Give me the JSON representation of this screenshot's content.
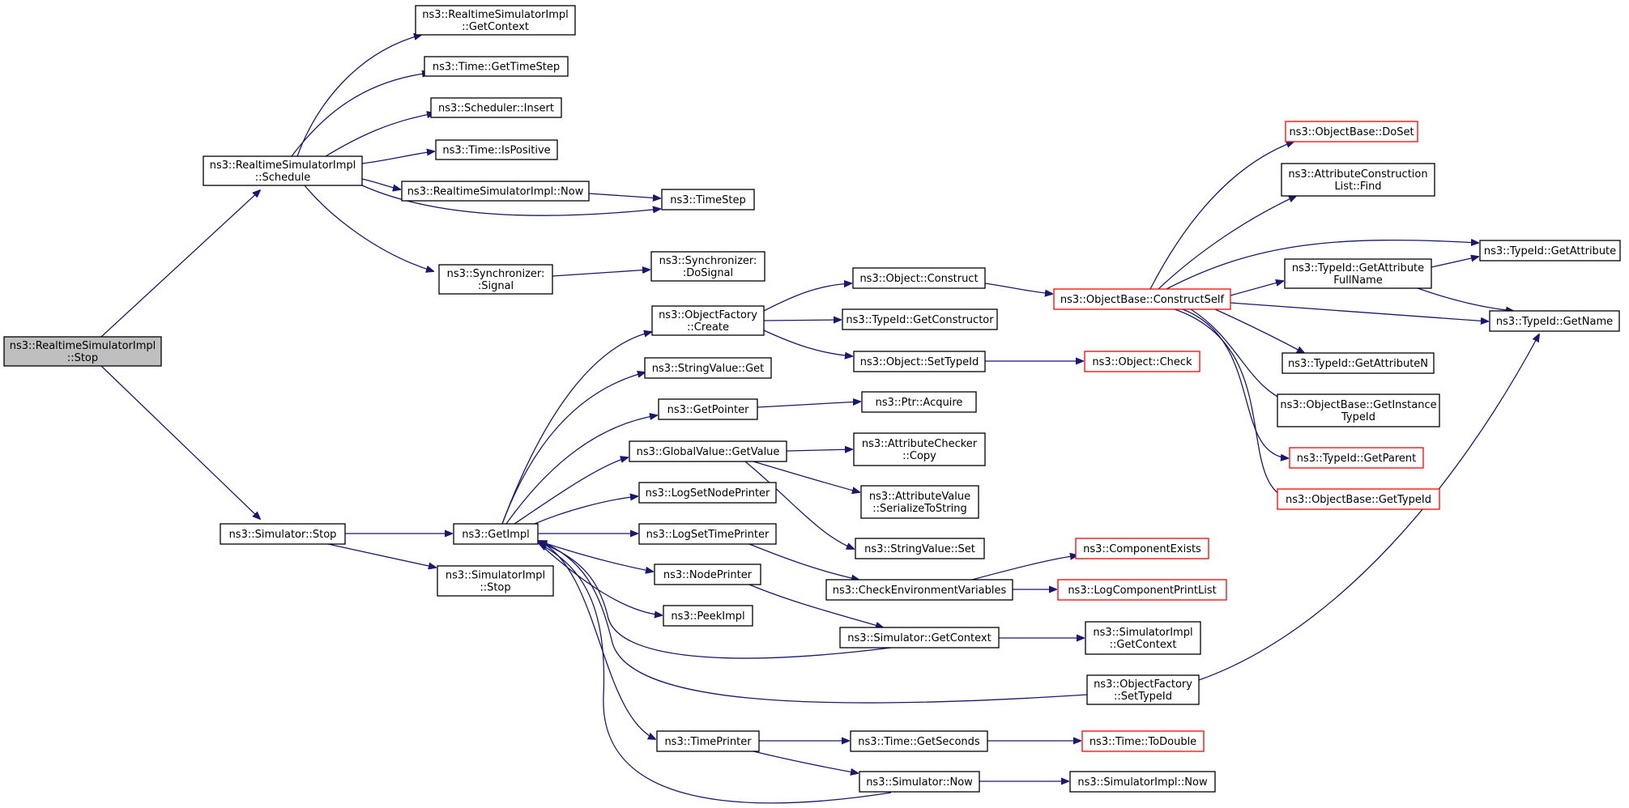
{
  "colors": {
    "edge": "#191970",
    "node_border": "#000000",
    "node_border_incomplete": "#ff0000",
    "root_fill": "#bfbfbf"
  },
  "nodes": [
    {
      "id": "root",
      "lines": [
        "ns3::RealtimeSimulatorImpl",
        "::Stop"
      ]
    },
    {
      "id": "rsi_schedule",
      "lines": [
        "ns3::RealtimeSimulatorImpl",
        "::Schedule"
      ]
    },
    {
      "id": "sim_stop",
      "lines": [
        "ns3::Simulator::Stop"
      ]
    },
    {
      "id": "rsi_getcontext",
      "lines": [
        "ns3::RealtimeSimulatorImpl",
        "::GetContext"
      ]
    },
    {
      "id": "time_gettimestep",
      "lines": [
        "ns3::Time::GetTimeStep"
      ]
    },
    {
      "id": "sched_insert",
      "lines": [
        "ns3::Scheduler::Insert"
      ]
    },
    {
      "id": "time_ispositive",
      "lines": [
        "ns3::Time::IsPositive"
      ]
    },
    {
      "id": "rsi_now",
      "lines": [
        "ns3::RealtimeSimulatorImpl::Now"
      ]
    },
    {
      "id": "timestep",
      "lines": [
        "ns3::TimeStep"
      ]
    },
    {
      "id": "sync_signal",
      "lines": [
        "ns3::Synchronizer:",
        ":Signal"
      ]
    },
    {
      "id": "sync_dosignal",
      "lines": [
        "ns3::Synchronizer:",
        ":DoSignal"
      ]
    },
    {
      "id": "getimpl",
      "lines": [
        "ns3::GetImpl"
      ]
    },
    {
      "id": "simimpl_stop",
      "lines": [
        "ns3::SimulatorImpl",
        "::Stop"
      ]
    },
    {
      "id": "of_create",
      "lines": [
        "ns3::ObjectFactory",
        "::Create"
      ]
    },
    {
      "id": "stringvalue_get",
      "lines": [
        "ns3::StringValue::Get"
      ]
    },
    {
      "id": "getpointer",
      "lines": [
        "ns3::GetPointer"
      ]
    },
    {
      "id": "gv_getvalue",
      "lines": [
        "ns3::GlobalValue::GetValue"
      ]
    },
    {
      "id": "logsetnodeprinter",
      "lines": [
        "ns3::LogSetNodePrinter"
      ]
    },
    {
      "id": "logsettimeprinter",
      "lines": [
        "ns3::LogSetTimePrinter"
      ]
    },
    {
      "id": "nodeprinter",
      "lines": [
        "ns3::NodePrinter"
      ]
    },
    {
      "id": "peekimpl",
      "lines": [
        "ns3::PeekImpl"
      ]
    },
    {
      "id": "timeprinter",
      "lines": [
        "ns3::TimePrinter"
      ]
    },
    {
      "id": "obj_construct",
      "lines": [
        "ns3::Object::Construct"
      ]
    },
    {
      "id": "typeid_getconstructor",
      "lines": [
        "ns3::TypeId::GetConstructor"
      ]
    },
    {
      "id": "obj_settypeid",
      "lines": [
        "ns3::Object::SetTypeId"
      ]
    },
    {
      "id": "ptr_acquire",
      "lines": [
        "ns3::Ptr::Acquire"
      ]
    },
    {
      "id": "ac_copy",
      "lines": [
        "ns3::AttributeChecker",
        "::Copy"
      ]
    },
    {
      "id": "av_serialize",
      "lines": [
        "ns3::AttributeValue",
        "::SerializeToString"
      ]
    },
    {
      "id": "stringvalue_set",
      "lines": [
        "ns3::StringValue::Set"
      ]
    },
    {
      "id": "checkenv",
      "lines": [
        "ns3::CheckEnvironmentVariables"
      ]
    },
    {
      "id": "sim_getcontext",
      "lines": [
        "ns3::Simulator::GetContext"
      ]
    },
    {
      "id": "of_settypeid",
      "lines": [
        "ns3::ObjectFactory",
        "::SetTypeId"
      ]
    },
    {
      "id": "time_getseconds",
      "lines": [
        "ns3::Time::GetSeconds"
      ]
    },
    {
      "id": "sim_now",
      "lines": [
        "ns3::Simulator::Now"
      ]
    },
    {
      "id": "ob_constructself",
      "lines": [
        "ns3::ObjectBase::ConstructSelf"
      ]
    },
    {
      "id": "obj_check",
      "lines": [
        "ns3::Object::Check"
      ]
    },
    {
      "id": "componentexists",
      "lines": [
        "ns3::ComponentExists"
      ]
    },
    {
      "id": "logcompprintlist",
      "lines": [
        "ns3::LogComponentPrintList"
      ]
    },
    {
      "id": "simimpl_getcontext",
      "lines": [
        "ns3::SimulatorImpl",
        "::GetContext"
      ]
    },
    {
      "id": "time_todouble",
      "lines": [
        "ns3::Time::ToDouble"
      ]
    },
    {
      "id": "simimpl_now",
      "lines": [
        "ns3::SimulatorImpl::Now"
      ]
    },
    {
      "id": "ob_doset",
      "lines": [
        "ns3::ObjectBase::DoSet"
      ]
    },
    {
      "id": "acl_find",
      "lines": [
        "ns3::AttributeConstruction",
        "List::Find"
      ]
    },
    {
      "id": "typeid_getattributefullname",
      "lines": [
        "ns3::TypeId::GetAttribute",
        "FullName"
      ]
    },
    {
      "id": "typeid_getattributen",
      "lines": [
        "ns3::TypeId::GetAttributeN"
      ]
    },
    {
      "id": "ob_getinstancetypeid",
      "lines": [
        "ns3::ObjectBase::GetInstance",
        "TypeId"
      ]
    },
    {
      "id": "typeid_getparent",
      "lines": [
        "ns3::TypeId::GetParent"
      ]
    },
    {
      "id": "ob_gettypeid",
      "lines": [
        "ns3::ObjectBase::GetTypeId"
      ]
    },
    {
      "id": "typeid_getattribute",
      "lines": [
        "ns3::TypeId::GetAttribute"
      ]
    },
    {
      "id": "typeid_getname",
      "lines": [
        "ns3::TypeId::GetName"
      ]
    }
  ]
}
